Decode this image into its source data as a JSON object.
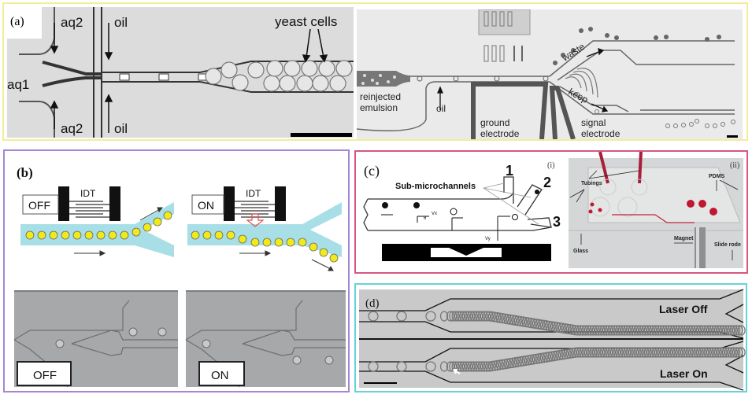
{
  "figure": {
    "panels": [
      {
        "id": "a",
        "label": "(a)",
        "border_color": "#f3ec9c",
        "left_image": {
          "labels": [
            "aq2",
            "oil",
            "aq1",
            "aq2",
            "oil",
            "yeast cells"
          ],
          "aq2_top": "aq2",
          "oil_top": "oil",
          "aq1": "aq1",
          "aq2_bottom": "aq2",
          "oil_bottom": "oil",
          "yeast": "yeast cells"
        },
        "right_image": {
          "reinjected": "reinjected",
          "emulsion": "emulsion",
          "oil": "oil",
          "waste": "waste",
          "keep": "keep",
          "ground1": "ground",
          "ground2": "electrode",
          "signal1": "signal",
          "signal2": "electrode"
        }
      },
      {
        "id": "b",
        "label": "(b)",
        "border_color": "#a585d6",
        "schematic_off": {
          "state": "OFF",
          "device": "IDT"
        },
        "schematic_on": {
          "state": "ON",
          "device": "IDT"
        },
        "photo_off": {
          "state": "OFF"
        },
        "photo_on": {
          "state": "ON"
        },
        "channel_color": "#a8dfe6",
        "droplet_color": "#f2e91a"
      },
      {
        "id": "c",
        "label": "(c)",
        "border_color": "#d8577f",
        "sub_i": {
          "tag": "(i)",
          "sub_microchannels": "Sub-microchannels",
          "outlets": [
            "1",
            "2",
            "3"
          ],
          "vx": "Vx",
          "vy": "Vy",
          "theta": "θ"
        },
        "sub_ii": {
          "tag": "(ii)",
          "tubings": "Tubings",
          "pdms": "PDMS",
          "glass": "Glass",
          "magnet": "Magnet",
          "slide_rode": "Slide rode"
        }
      },
      {
        "id": "d",
        "label": "(d)",
        "border_color": "#67d3d8",
        "laser_off": "Laser Off",
        "laser_on": "Laser On"
      }
    ]
  }
}
